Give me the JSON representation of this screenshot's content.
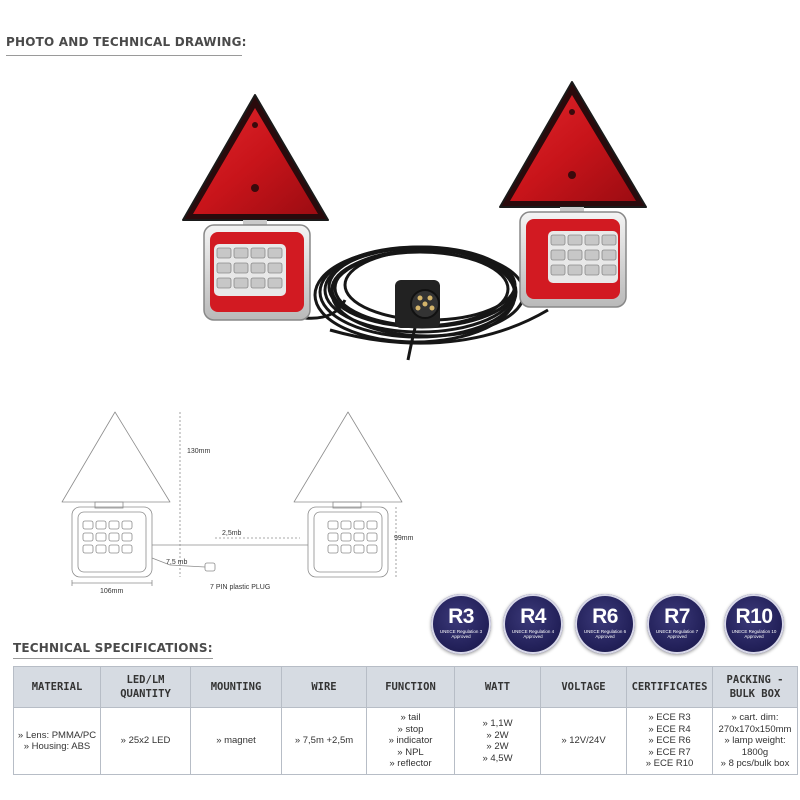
{
  "photo_section": {
    "title": "PHOTO AND TECHNICAL DRAWING:"
  },
  "drawing": {
    "height_triangle": "130mm",
    "cable_main": "2,5mb",
    "height_lamp": "99mm",
    "cable_plug": "7,5 mb",
    "plug_label": "7 PIN plastic PLUG",
    "width_lamp": "106mm"
  },
  "certificates_badges": [
    {
      "code": "R3",
      "regulation": "UNECE Regulation 3",
      "status": "Approved"
    },
    {
      "code": "R4",
      "regulation": "UNECE Regulation 4",
      "status": "Approved"
    },
    {
      "code": "R6",
      "regulation": "UNECE Regulation 6",
      "status": "Approved"
    },
    {
      "code": "R7",
      "regulation": "UNECE Regulation 7",
      "status": "Approved"
    },
    {
      "code": "R10",
      "regulation": "UNECE Regulation 10",
      "status": "Approved"
    }
  ],
  "specs_section": {
    "title": "TECHNICAL SPECIFICATIONS:"
  },
  "specs_table": {
    "headers": [
      "MATERIAL",
      "LED/LM QUANTITY",
      "MOUNTING",
      "WIRE",
      "FUNCTION",
      "WATT",
      "VOLTAGE",
      "CERTIFICATES",
      "PACKING - BULK BOX"
    ],
    "material": [
      "» Lens: PMMA/PC",
      "» Housing: ABS"
    ],
    "led": "» 25x2 LED",
    "mounting": "» magnet",
    "wire": "» 7,5m +2,5m",
    "function": [
      "» tail",
      "» stop",
      "» indicator",
      "» NPL",
      "» reflector"
    ],
    "watt": [
      "» 1,1W",
      "» 2W",
      "» 2W",
      "» 4,5W"
    ],
    "voltage": "» 12V/24V",
    "certificates": [
      "» ECE R3",
      "» ECE R4",
      "» ECE R6",
      "» ECE R7",
      "» ECE R10"
    ],
    "packing": [
      "» cart. dim:",
      "270x170x150mm",
      "» lamp weight:",
      "1800g",
      "» 8 pcs/bulk box"
    ]
  },
  "colors": {
    "reflector_red": "#c8141a",
    "badge_navy": "#23215a",
    "header_gray": "#d6dbe2"
  }
}
